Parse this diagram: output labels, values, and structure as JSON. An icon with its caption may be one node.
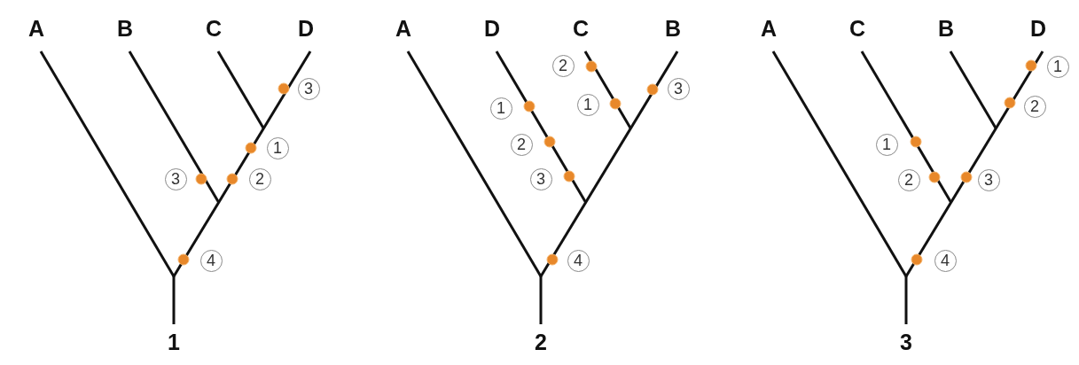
{
  "diagram": {
    "nodes": [
      {
        "text": [
          "3"
        ]
      },
      {
        "text": [
          "1"
        ]
      },
      {
        "text": [
          "3"
        ]
      },
      {
        "text": [
          "2"
        ]
      },
      {
        "text": [
          "4"
        ]
      },
      {
        "text": [
          "2"
        ]
      },
      {
        "text": [
          "3"
        ]
      },
      {
        "text": [
          "1"
        ]
      },
      {
        "text": [
          "1"
        ]
      },
      {
        "text": [
          "2"
        ]
      },
      {
        "text": [
          "3"
        ]
      },
      {
        "text": [
          "4"
        ]
      },
      {
        "text": [
          "1"
        ]
      },
      {
        "text": [
          "2"
        ]
      },
      {
        "text": [
          "1"
        ]
      },
      {
        "text": [
          "2"
        ]
      },
      {
        "text": [
          "3"
        ]
      },
      {
        "text": [
          "4"
        ]
      }
    ],
    "labels": [
      "A",
      "B",
      "C",
      "D",
      "A",
      "D",
      "C",
      "B",
      "A",
      "C",
      "B",
      "D",
      "1",
      "2",
      "3"
    ]
  }
}
